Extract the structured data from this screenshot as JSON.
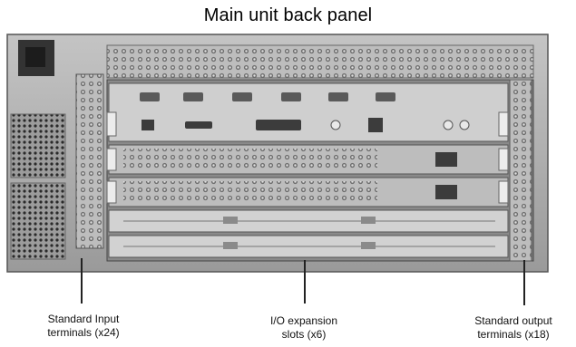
{
  "title": {
    "part1": "Main unit",
    "part2": "back panel"
  },
  "callouts": [
    {
      "line1": "Standard Input",
      "line2": "terminals (x24)"
    },
    {
      "line1": "I/O expansion",
      "line2": "slots (x6)"
    },
    {
      "line1": "Standard output",
      "line2": "terminals (x18)"
    }
  ],
  "colors": {
    "chassis": "#a9a9a9",
    "panel_dark": "#3a3a3a",
    "slot_light": "#d2d2d2",
    "background": "#ffffff"
  }
}
